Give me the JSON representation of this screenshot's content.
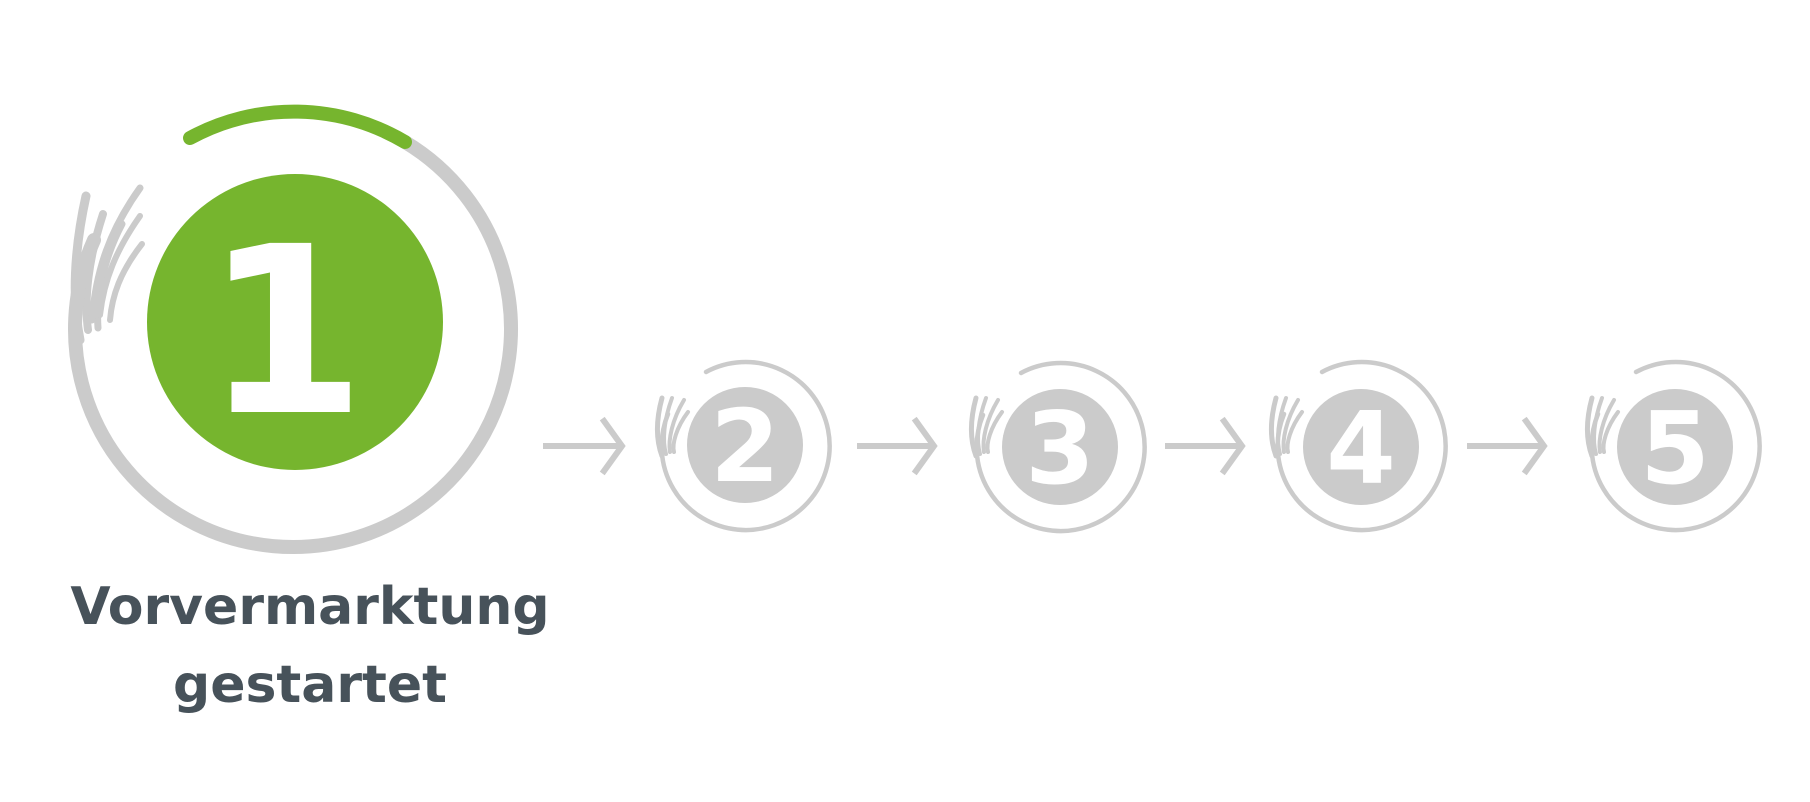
{
  "progress": {
    "current_step": 1,
    "total_steps": 5,
    "colors": {
      "active": "#76b52e",
      "inactive": "#cbcbcb",
      "digit_on_fill": "#ffffff",
      "label_text": "#47525a"
    },
    "steps": [
      {
        "number": "1",
        "state": "active",
        "label_line1": "Vorvermarktung",
        "label_line2": "gestartet",
        "ring_fill": 0.22
      },
      {
        "number": "2",
        "state": "inactive"
      },
      {
        "number": "3",
        "state": "inactive"
      },
      {
        "number": "4",
        "state": "inactive"
      },
      {
        "number": "5",
        "state": "inactive"
      }
    ],
    "connector_icon": "arrow-right-icon",
    "decoration_icon": "brush-stroke-icon"
  }
}
